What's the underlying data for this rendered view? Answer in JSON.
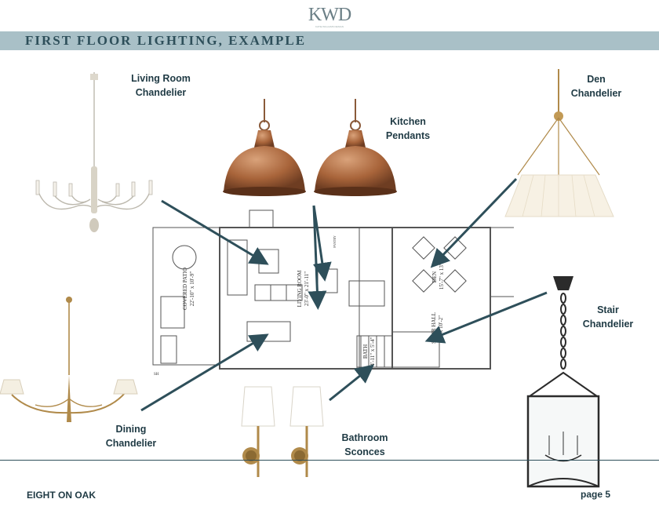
{
  "logo": {
    "text": "KWD",
    "tagline": "KATIE WILLIAMS DESIGN"
  },
  "banner": {
    "title": "FIRST FLOOR LIGHTING, EXAMPLE"
  },
  "labels": {
    "living_room": [
      "Living Room",
      "Chandelier"
    ],
    "kitchen": [
      "Kitchen",
      "Pendants"
    ],
    "den": [
      "Den",
      "Chandelier"
    ],
    "stair": [
      "Stair",
      "Chandelier"
    ],
    "dining": [
      "Dining",
      "Chandelier"
    ],
    "bathroom": [
      "Bathroom",
      "Sconces"
    ]
  },
  "floorplan": {
    "covered_patio": "COVERED PATIO",
    "covered_patio_dims": "22'-10\" x 10'-9\"",
    "living_room": "LIVING ROOM",
    "living_room_dims": "23'-0\" x 21'-11\"",
    "den": "DEN",
    "den_dims": "15'-7\" x 13'",
    "stair_hall": "STAIR HALL",
    "stair_hall_dims": "15' x 10'-2\"",
    "bath": "BATH",
    "bath_dims": "4'-11\" x 5'-4\"",
    "pantry": "PANTRY",
    "pantry_note": "SH"
  },
  "footer": {
    "project": "EIGHT ON OAK",
    "page": "page 5"
  },
  "colors": {
    "banner": "#a9c0c7",
    "arrow": "#2e4f5a",
    "copper": "#a8643a",
    "brass": "#b08a4a"
  }
}
